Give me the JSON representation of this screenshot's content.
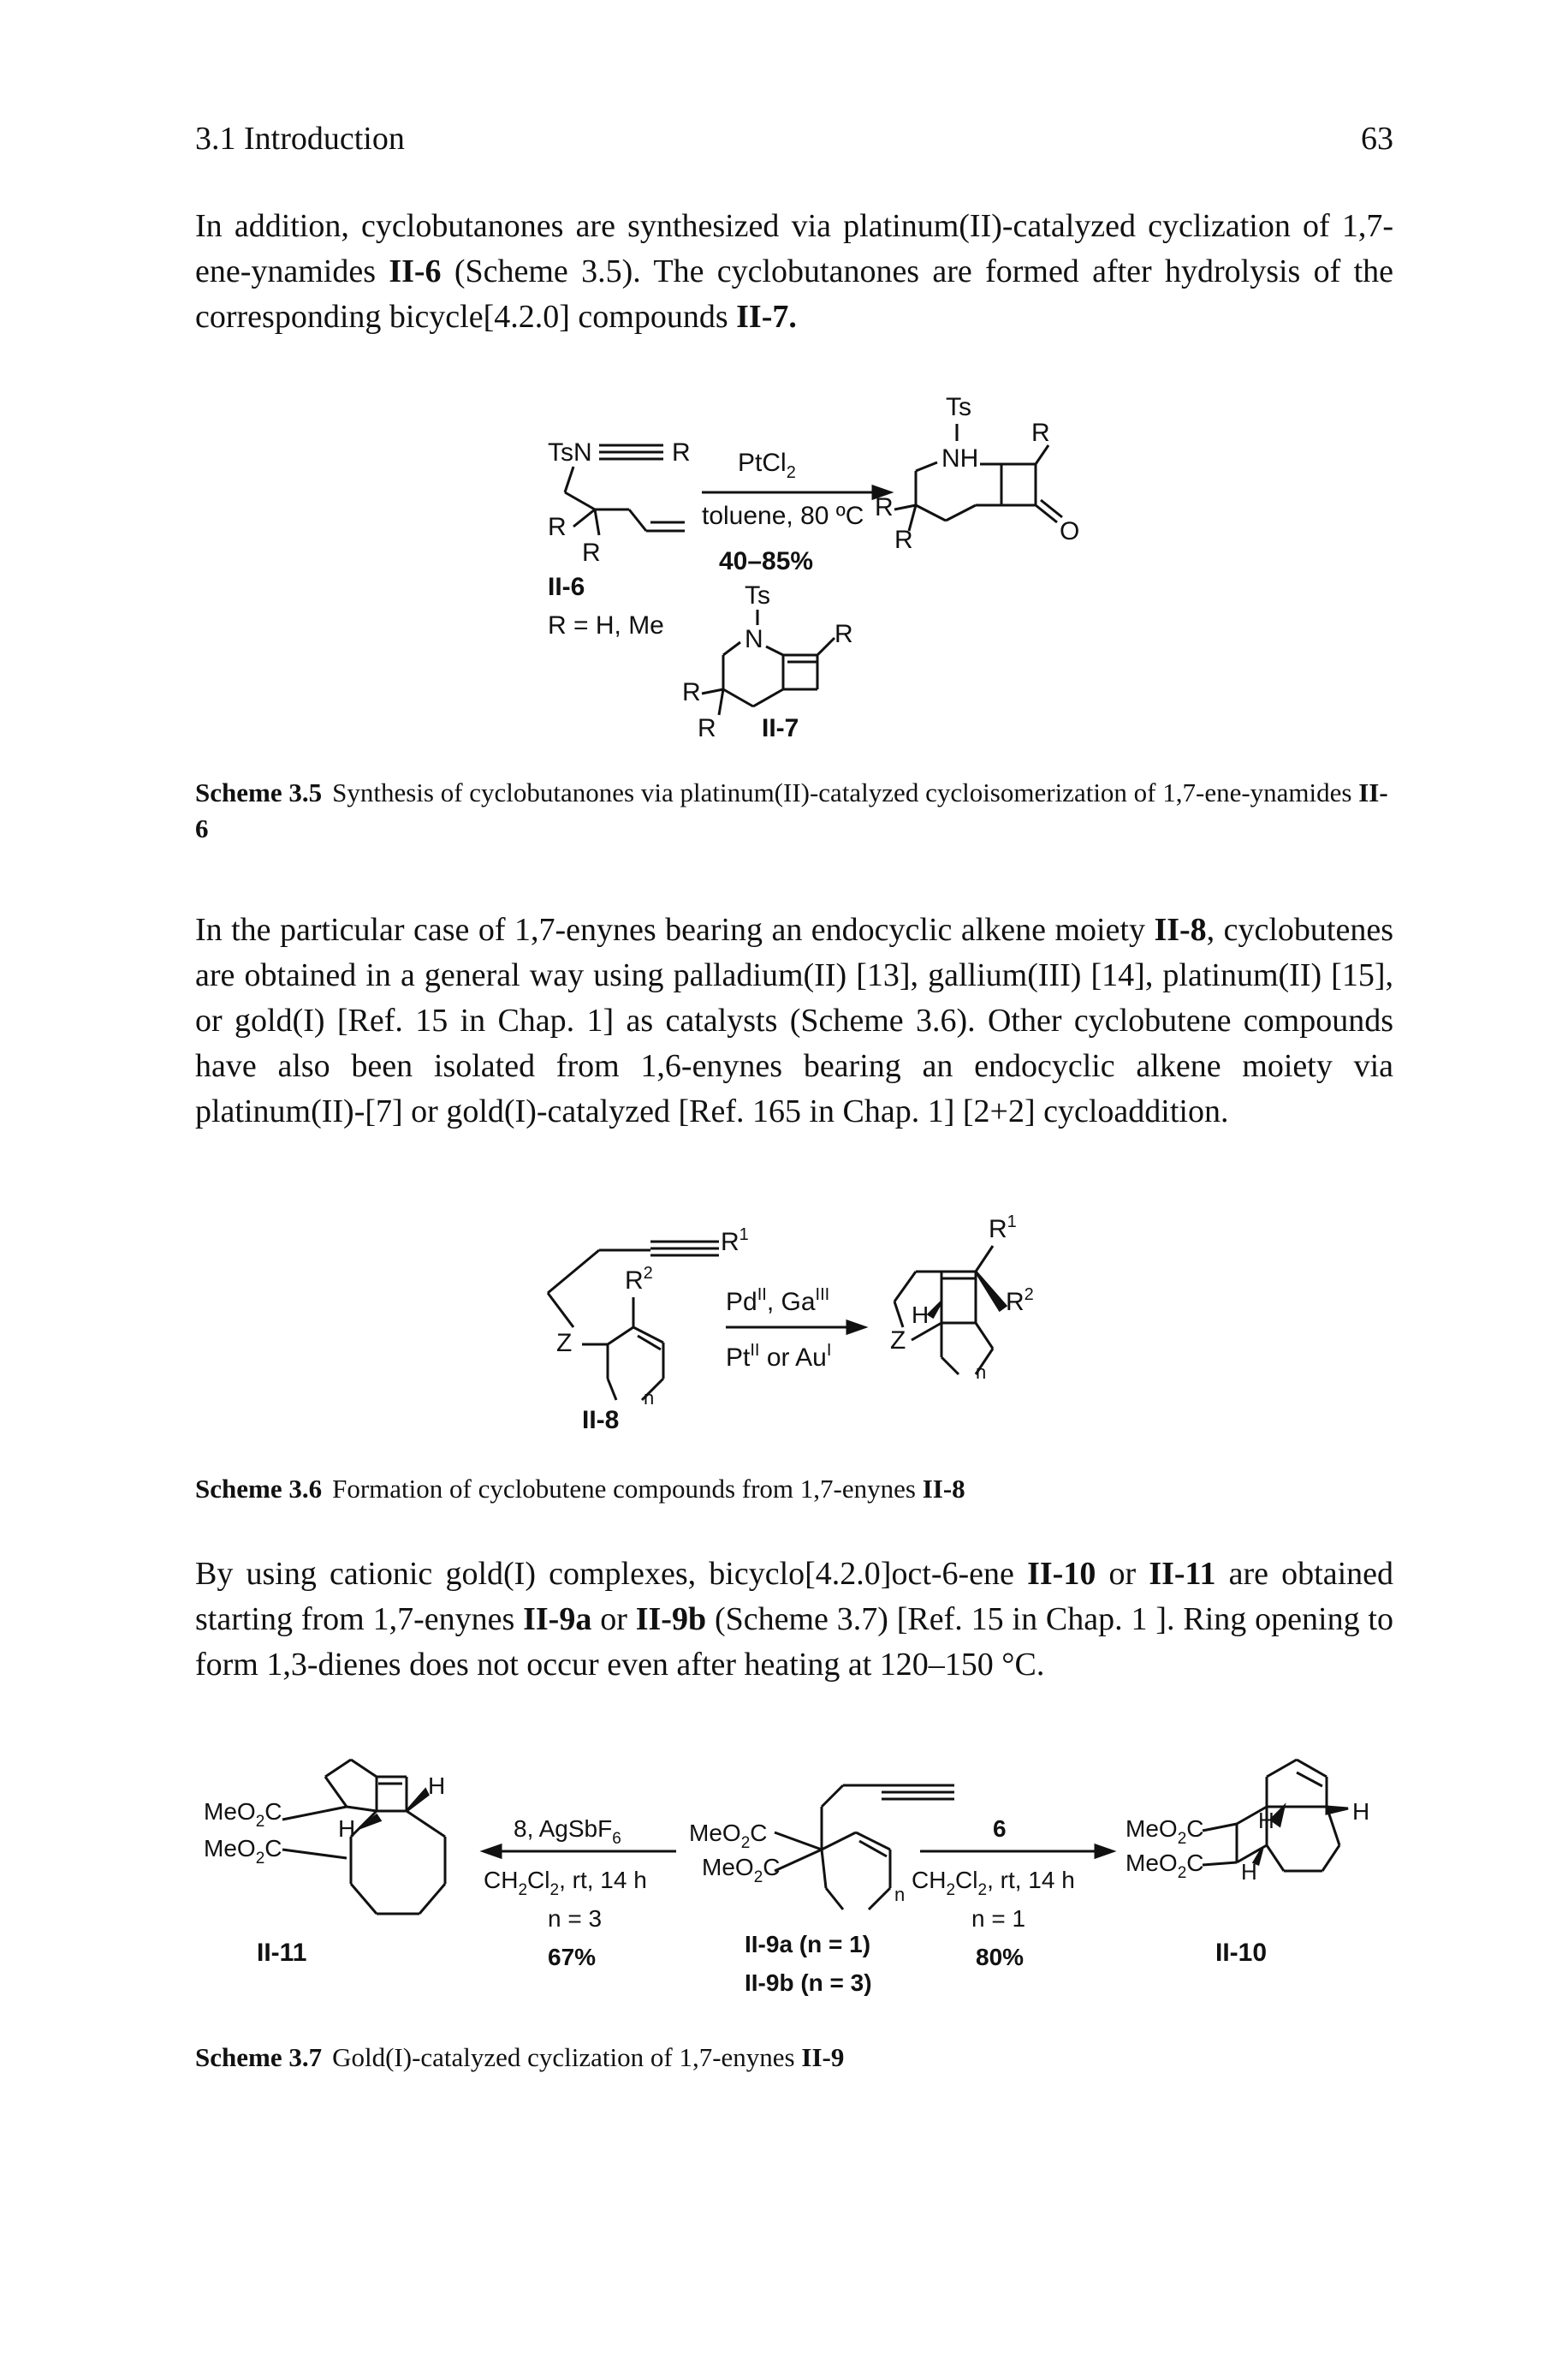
{
  "header": {
    "section": "3.1 Introduction",
    "page_number": "63"
  },
  "p1": {
    "t1": "In addition, cyclobutanones are synthesized via platinum(II)-catalyzed cyclization of 1,7-ene-ynamides ",
    "b1": "II-6",
    "t2": " (Scheme 3.5). The cyclobutanones are formed after hydrolysis of the corresponding bicycle[4.2.0] compounds ",
    "b2": "II-7.",
    "t3": ""
  },
  "scheme35": {
    "reagent_top": "PtCl",
    "reagent_top_sub": "2",
    "reagent_mid": "toluene, 80 ºC",
    "yield": "40–85%",
    "sm_label": "II-6",
    "sm_note": "R = H, Me",
    "int_label": "II-7",
    "caption_label": "Scheme 3.5",
    "caption_text": "Synthesis of cyclobutanones via platinum(II)-catalyzed cycloisomerization of 1,7-ene-ynamides ",
    "caption_bold": "II-6"
  },
  "p2": {
    "t1": "In the particular case of 1,7-enynes bearing an endocyclic alkene moiety ",
    "b1": "II-8",
    "t2": ", cyclobutenes are obtained in a general way using palladium(II) [13], gallium(III) [14], platinum(II) [15], or gold(I) [Ref. 15 in Chap. 1] as catalysts (Scheme 3.6). Other cyclobutene compounds have also been isolated from 1,6-enynes bearing an endocyclic alkene moiety via platinum(II)-[7] or gold(I)-catalyzed [Ref. 165 in Chap. 1] [2+2] cycloaddition."
  },
  "scheme36": {
    "reagent_line1": "Pd",
    "reagent_line1_sup": "II",
    "reagent_line1b": ", Ga",
    "reagent_line1b_sup": "III",
    "reagent_line2": "Pt",
    "reagent_line2_sup": "II",
    "reagent_line2b": " or Au",
    "reagent_line2b_sup": "I",
    "sm_label": "II-8",
    "caption_label": "Scheme 3.6",
    "caption_text": "Formation of cyclobutene compounds from 1,7-enynes ",
    "caption_bold": "II-8"
  },
  "p3": {
    "t1": "By using cationic gold(I) complexes, bicyclo[4.2.0]oct-6-ene ",
    "b1": "II-10",
    "t2": " or ",
    "b2": "II-11",
    "t3": " are obtained starting from 1,7-enynes ",
    "b3": "II-9a",
    "t4": " or ",
    "b4": "II-9b",
    "t5": " (Scheme 3.7) [Ref. 15 in Chap. 1 ]. Ring opening to form 1,3-dienes does not occur even after heating at 120–150 °C."
  },
  "scheme37": {
    "left_reagent": "8, AgSbF",
    "left_reagent_sub": "6",
    "left_solvent": "CH",
    "left_solvent_sub": "2",
    "left_solvent2": "Cl",
    "left_solvent2_sub": "2",
    "left_solvent_tail": ", rt, 14 h",
    "left_n": "n = 3",
    "left_yield": "67%",
    "right_reagent": "6",
    "right_solvent": "CH",
    "right_solvent_sub": "2",
    "right_solvent2": "Cl",
    "right_solvent2_sub": "2",
    "right_solvent_tail": ", rt, 14 h",
    "right_n": "n = 1",
    "right_yield": "80%",
    "sm_label_a": "II-9a (n = 1)",
    "sm_label_b": "II-9b (n = 3)",
    "left_product": "II-11",
    "right_product": "II-10",
    "caption_label": "Scheme 3.7",
    "caption_text": "Gold(I)-catalyzed cyclization of 1,7-enynes ",
    "caption_bold": "II-9"
  }
}
